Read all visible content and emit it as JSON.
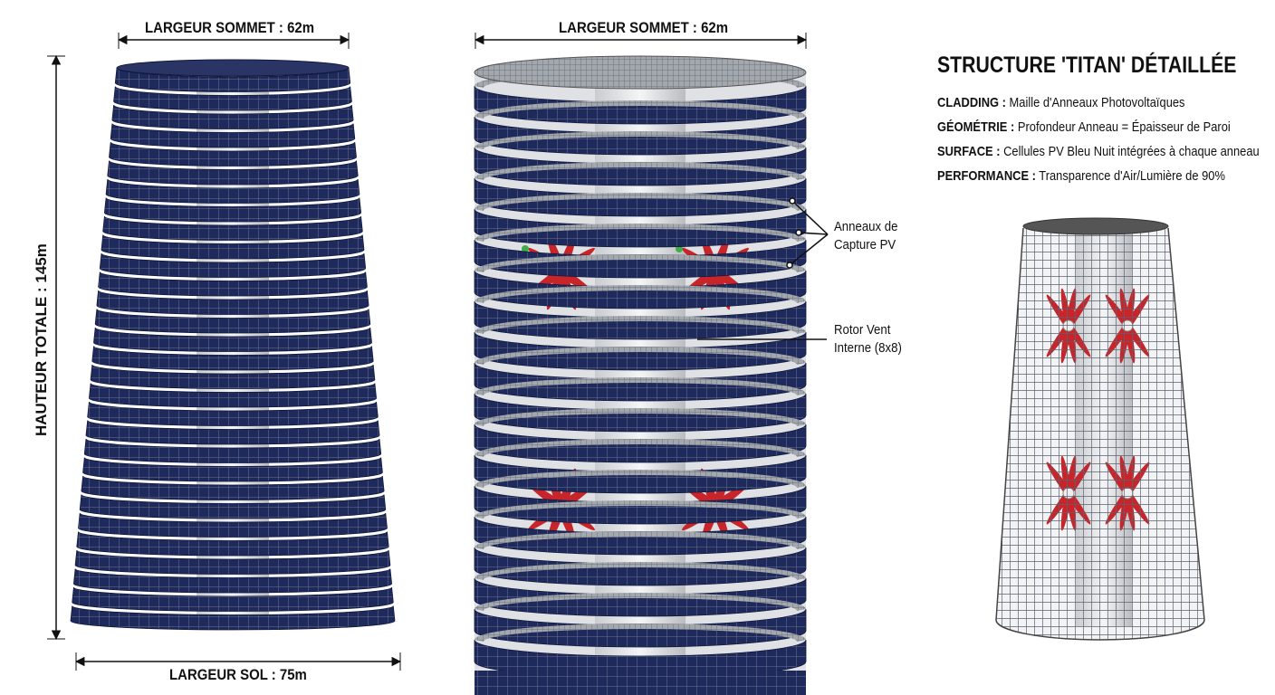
{
  "left_tower": {
    "top_width_label": "LARGEUR SOMMET : 62m",
    "height_label": "HAUTEUR TOTALE : 145m",
    "base_width_label": "LARGEUR SOL : 75m"
  },
  "middle_tower": {
    "top_width_label": "LARGEUR SOMMET : 62m",
    "callouts": [
      {
        "line1": "Anneaux de",
        "line2": "Capture PV"
      },
      {
        "line1": "Rotor Vent",
        "line2": "Interne (8x8)"
      }
    ]
  },
  "specs": {
    "title": "STRUCTURE 'TITAN' DÉTAILLÉE",
    "items": [
      {
        "key": "CLADDING :",
        "value": "Maille d'Anneaux Photovoltaïques"
      },
      {
        "key": "GÉOMÉTRIE :",
        "value": "Profondeur Anneau = Épaisseur de Paroi"
      },
      {
        "key": "SURFACE :",
        "value": "Cellules PV Bleu Nuit intégrées à chaque anneau"
      },
      {
        "key": "PERFORMANCE :",
        "value": "Transparence d'Air/Lumière de 90%"
      }
    ]
  },
  "colors": {
    "pv_blue": "#1f2a5c",
    "ring_grey": "#9a9ea6",
    "rotor_red": "#c8252a",
    "tip_green": "#3fae49",
    "core_white": "#e6e8ea"
  }
}
